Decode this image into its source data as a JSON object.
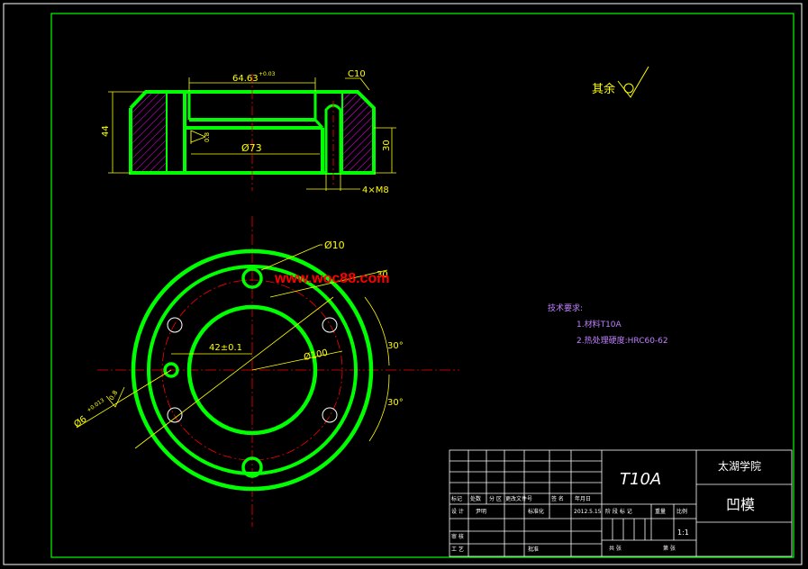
{
  "section_view": {
    "dim_bore_width": "64.63",
    "dim_bore_tol": "+0.03",
    "dim_chamfer": "C10",
    "dim_height_total": "44",
    "dim_height_inner": "30",
    "dim_dia": "Ø73",
    "dim_thread": "4×M8",
    "roughness_val": "0.8"
  },
  "plan_view": {
    "dim_hole": "Ø10",
    "dim_angle_30_top": "30",
    "dim_offset": "42±0.1",
    "dim_bolt_circle": "Ø100",
    "dim_angle_30_a": "30°",
    "dim_angle_30_b": "30°",
    "dim_pin": "Ø6",
    "dim_pin_tol": "+0.013",
    "roughness_val": "0.8"
  },
  "watermark": "www.woc88.com",
  "surface_note": "其余",
  "tech_req": {
    "title": "技术要求:",
    "item1": "1.材料T10A",
    "item2": "2.热处理硬度:HRC60-62"
  },
  "title_block": {
    "material": "T10A",
    "school": "太湖学院",
    "part_name": "凹模",
    "scale": "1:1",
    "h_mark": "标记",
    "h_count": "处数",
    "h_zone": "分 区",
    "h_docno": "更改文件号",
    "h_sign": "签 名",
    "h_date": "年月日",
    "h_design": "设 计",
    "designer": "尹明",
    "h_std": "标准化",
    "date": "2012.5.15",
    "h_stage": "阶 段 标 记",
    "h_weight": "重量",
    "h_ratio": "比例",
    "h_review": "审 核",
    "h_process": "工 艺",
    "h_approve": "批准",
    "h_total": "共 张",
    "h_sheet": "第 张"
  }
}
